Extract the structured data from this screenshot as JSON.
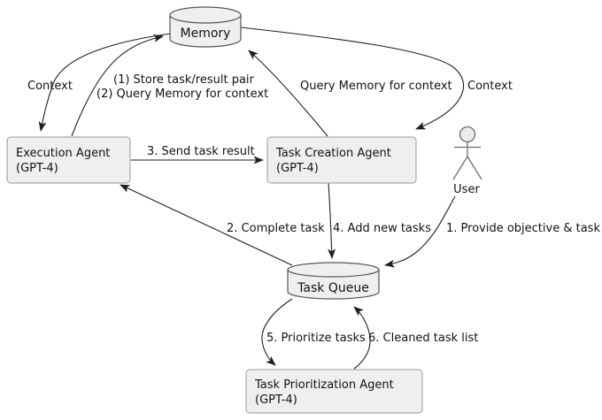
{
  "diagram": {
    "type": "agent-architecture-flow",
    "background": "#ffffff",
    "colors": {
      "node_fill": "#efefef",
      "node_border": "#9a9a9a",
      "cylinder_border": "#555555",
      "edge_line": "#1f1f1f",
      "text": "#111111",
      "actor_line": "#6e6e6e"
    },
    "nodes": {
      "memory": {
        "label": "Memory",
        "shape": "cylinder"
      },
      "execution_agent": {
        "line1": "Execution Agent",
        "line2": "(GPT-4)",
        "shape": "rectangle"
      },
      "task_creation_agent": {
        "line1": "Task Creation Agent",
        "line2": "(GPT-4)",
        "shape": "rectangle"
      },
      "user": {
        "label": "User",
        "shape": "actor"
      },
      "task_queue": {
        "label": "Task Queue",
        "shape": "cylinder"
      },
      "task_prioritization_agent": {
        "line1": "Task Prioritization Agent",
        "line2": "(GPT-4)",
        "shape": "rectangle"
      }
    },
    "edges": [
      {
        "from": "memory",
        "to": "execution_agent",
        "label": "Context"
      },
      {
        "from": "execution_agent",
        "to": "memory",
        "label": "(1) Store task/result pair",
        "label2": "(2) Query Memory for context"
      },
      {
        "from": "task_creation_agent",
        "to": "memory",
        "label": "Query Memory for context"
      },
      {
        "from": "memory",
        "to": "task_creation_agent",
        "label": "Context"
      },
      {
        "from": "execution_agent",
        "to": "task_creation_agent",
        "label": "3. Send task result"
      },
      {
        "from": "task_queue",
        "to": "execution_agent",
        "label": "2. Complete task"
      },
      {
        "from": "task_creation_agent",
        "to": "task_queue",
        "label": "4. Add new tasks"
      },
      {
        "from": "user",
        "to": "task_queue",
        "label": "1. Provide objective & task"
      },
      {
        "from": "task_queue",
        "to": "task_prioritization_agent",
        "label": "5. Prioritize tasks"
      },
      {
        "from": "task_prioritization_agent",
        "to": "task_queue",
        "label": "6. Cleaned task list"
      }
    ]
  }
}
